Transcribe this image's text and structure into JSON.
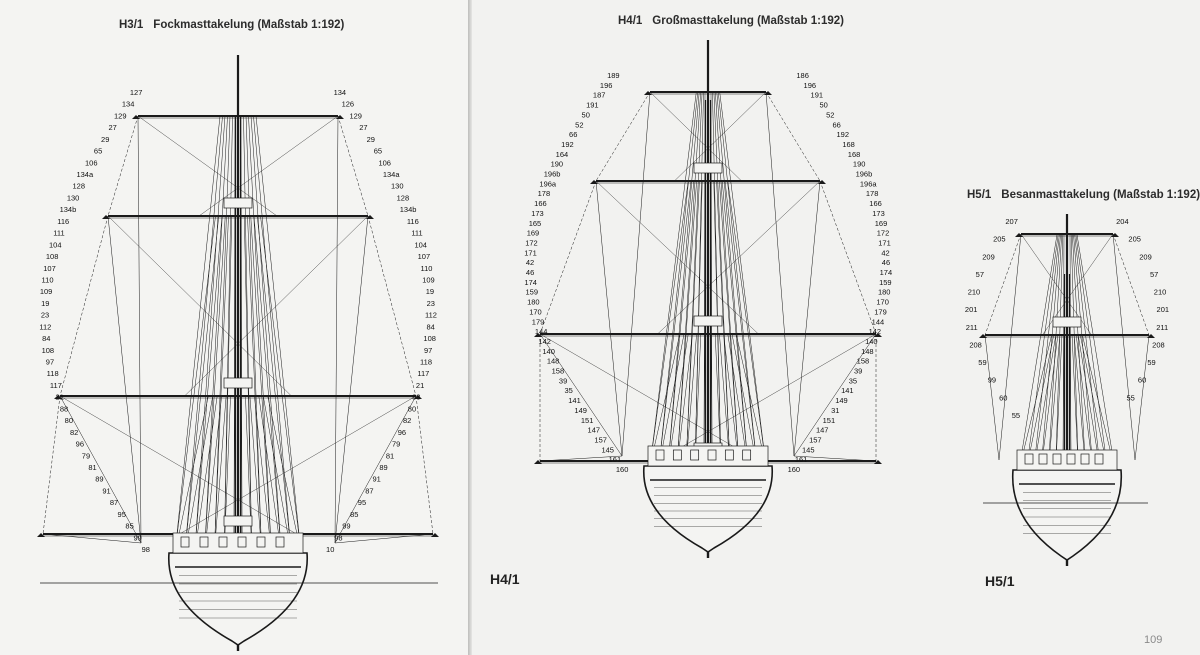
{
  "left_page": {
    "drawing_code": "H3/1",
    "drawing_title": "Fockmasttakelung (Maßstab 1:192)",
    "labels": [
      "127",
      "134",
      "134",
      "126",
      "129",
      "129",
      "27",
      "27",
      "29",
      "29",
      "65",
      "65",
      "106",
      "106",
      "134a",
      "134a",
      "128",
      "130",
      "130",
      "128",
      "134b",
      "134b",
      "116",
      "116",
      "111",
      "111",
      "104",
      "104",
      "108",
      "107",
      "107",
      "110",
      "110",
      "109",
      "109",
      "19",
      "19",
      "23",
      "23",
      "112",
      "112",
      "84",
      "84",
      "108",
      "108",
      "97",
      "97",
      "118",
      "118",
      "117",
      "117",
      "21",
      "21",
      "88",
      "88",
      "80",
      "80",
      "82",
      "82",
      "96",
      "96",
      "79",
      "79",
      "81",
      "81",
      "89",
      "89",
      "91",
      "91",
      "87",
      "87",
      "95",
      "95",
      "85",
      "85",
      "99",
      "99",
      "98",
      "98",
      "10"
    ]
  },
  "right_page": {
    "drawing_code_main": "H4/1",
    "drawing_title_main": "Großmasttakelung (Maßstab 1:192)",
    "drawing_code_mizzen": "H5/1",
    "drawing_title_mizzen": "Besanmasttakelung (Maßstab 1:192)",
    "caption_main": "H4/1",
    "caption_mizzen": "H5/1",
    "page_number": "109",
    "labels_main": [
      "189",
      "186",
      "196",
      "196",
      "187",
      "191",
      "191",
      "50",
      "50",
      "52",
      "52",
      "66",
      "66",
      "192",
      "192",
      "168",
      "164",
      "168",
      "190",
      "190",
      "196b",
      "196b",
      "196a",
      "196a",
      "178",
      "178",
      "166",
      "166",
      "173",
      "173",
      "165",
      "169",
      "169",
      "172",
      "172",
      "171",
      "171",
      "42",
      "42",
      "46",
      "46",
      "174",
      "174",
      "159",
      "159",
      "180",
      "180",
      "170",
      "170",
      "179",
      "179",
      "144",
      "144",
      "142",
      "142",
      "140",
      "140",
      "148",
      "148",
      "158",
      "158",
      "39",
      "39",
      "35",
      "35",
      "141",
      "141",
      "149",
      "149",
      "31",
      "151",
      "151",
      "147",
      "147",
      "157",
      "157",
      "145",
      "145",
      "161",
      "161",
      "160",
      "160"
    ],
    "labels_mizzen": [
      "207",
      "204",
      "205",
      "205",
      "209",
      "209",
      "57",
      "57",
      "210",
      "210",
      "201",
      "201",
      "211",
      "211",
      "208",
      "208",
      "59",
      "59",
      "99",
      "60",
      "60",
      "55",
      "55"
    ]
  }
}
